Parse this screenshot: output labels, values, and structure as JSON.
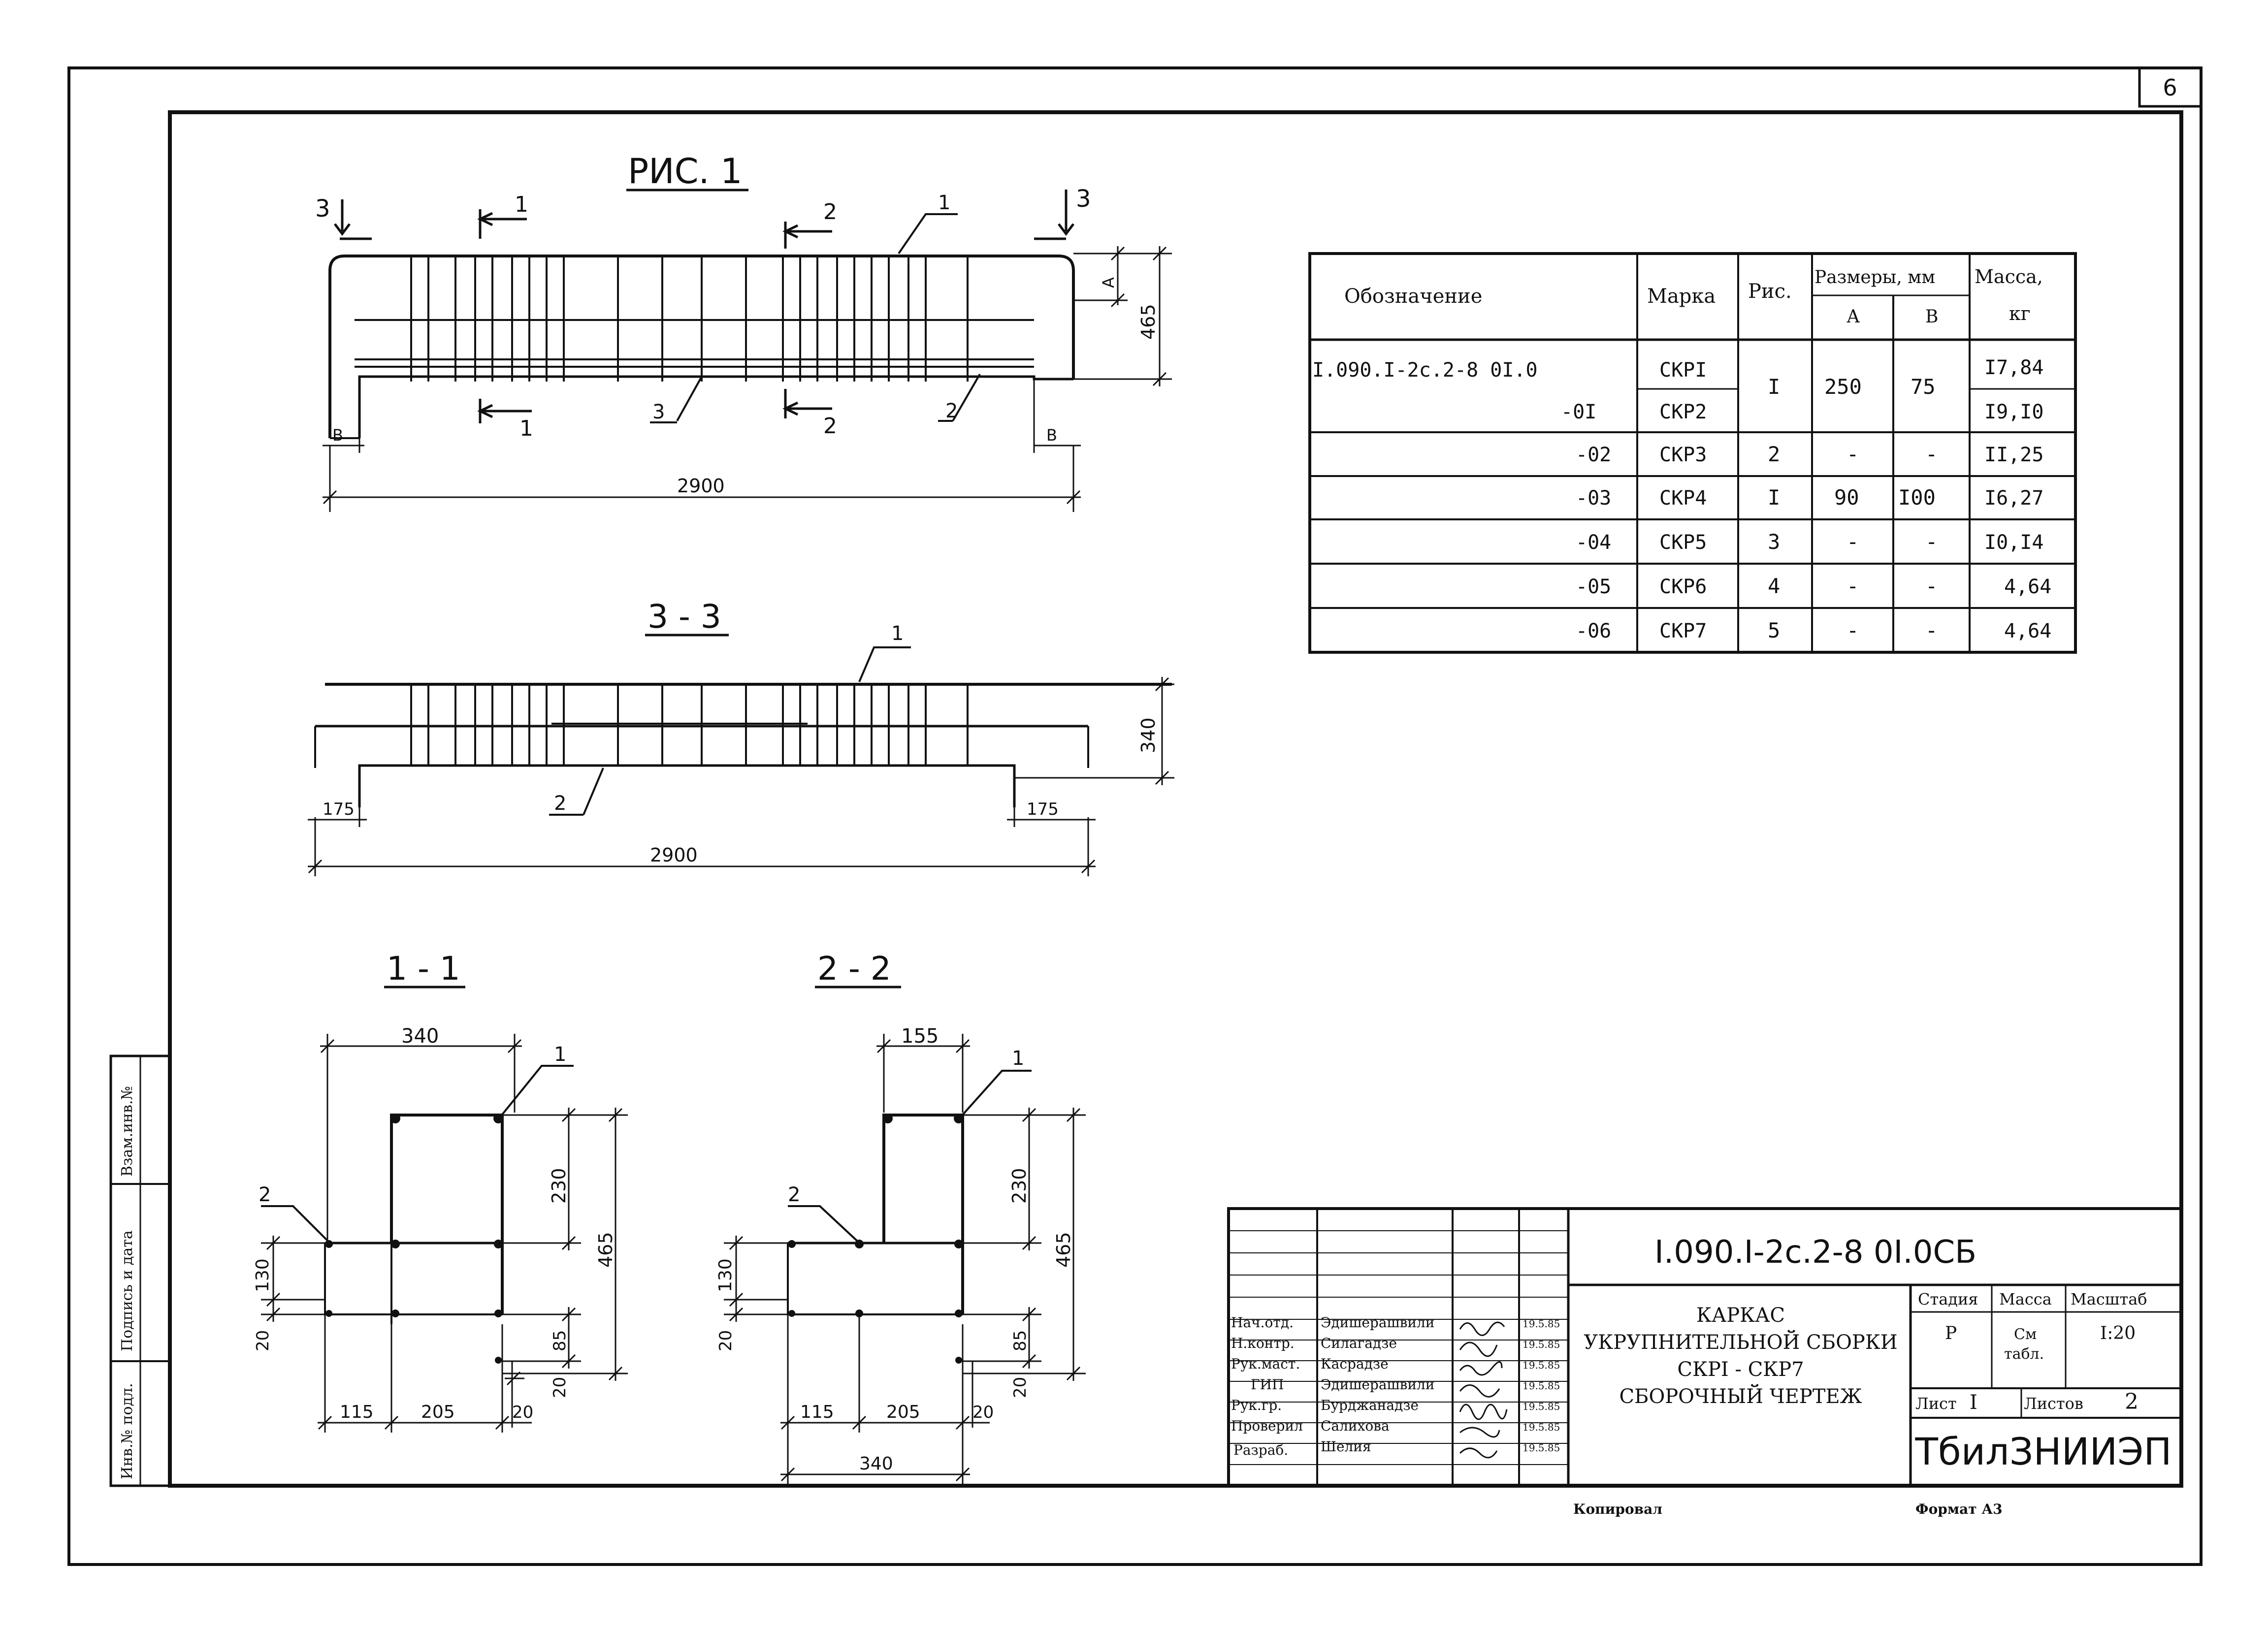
{
  "sheet_number": "6",
  "views": {
    "fig1_title": "РИС. 1",
    "section33_title": "3 - 3",
    "section11_title": "1 - 1",
    "section22_title": "2 - 2"
  },
  "fig1": {
    "cut3": "3",
    "cut1": "1",
    "cut2": "2",
    "pos1": "1",
    "pos2": "2",
    "pos3": "3",
    "dimA": "A",
    "dimB": "B",
    "height": "465",
    "length": "2900"
  },
  "sec33": {
    "pos1": "1",
    "pos2": "2",
    "height": "340",
    "end_left": "175",
    "end_right": "175",
    "length": "2900"
  },
  "sec11": {
    "pos1": "1",
    "pos2": "2",
    "top_width": "340",
    "h230": "230",
    "h465": "465",
    "h130": "130",
    "h20": "20",
    "h85": "85",
    "h20b": "20",
    "w115": "115",
    "w205": "205",
    "w20": "20"
  },
  "sec22": {
    "pos1": "1",
    "pos2": "2",
    "top_width": "155",
    "h230": "230",
    "h465": "465",
    "h130": "130",
    "h20": "20",
    "h85": "85",
    "h20b": "20",
    "w115": "115",
    "w205": "205",
    "w20": "20",
    "w340": "340"
  },
  "spec_table": {
    "headers": {
      "designation": "Обозначение",
      "mark": "Марка",
      "fig": "Рис.",
      "sizes": "Размеры, мм",
      "size_a": "А",
      "size_b": "В",
      "mass": "Масса,",
      "mass_unit": "кг"
    },
    "rows": [
      {
        "designation": "I.090.I-2с.2-8 0I.0",
        "mark": "СКРI",
        "fig": "I",
        "a": "250",
        "b": "75",
        "mass": "I7,84"
      },
      {
        "designation": "-0I",
        "mark": "СКР2",
        "fig": "",
        "a": "",
        "b": "",
        "mass": "I9,I0"
      },
      {
        "designation": "-02",
        "mark": "СКР3",
        "fig": "2",
        "a": "-",
        "b": "-",
        "mass": "II,25"
      },
      {
        "designation": "-03",
        "mark": "СКР4",
        "fig": "I",
        "a": "90",
        "b": "I00",
        "mass": "I6,27"
      },
      {
        "designation": "-04",
        "mark": "СКР5",
        "fig": "3",
        "a": "-",
        "b": "-",
        "mass": "I0,I4"
      },
      {
        "designation": "-05",
        "mark": "СКР6",
        "fig": "4",
        "a": "-",
        "b": "-",
        "mass": "4,64"
      },
      {
        "designation": "-06",
        "mark": "СКР7",
        "fig": "5",
        "a": "-",
        "b": "-",
        "mass": "4,64"
      }
    ]
  },
  "left_strip": {
    "inv_orig": "Инв.№ подл.",
    "sign_date": "Подпись и дата",
    "replace_inv": "Взам.инв.№"
  },
  "title_block": {
    "code": "I.090.I-2с.2-8   0I.0СБ",
    "name_line1": "КАРКАС",
    "name_line2": "УКРУПНИТЕЛЬНОЙ СБОРКИ",
    "name_line3": "СКРI - СКР7",
    "name_line4": "СБОРОЧНЫЙ ЧЕРТЕЖ",
    "stage_label": "Стадия",
    "mass_label": "Масса",
    "scale_label": "Масштаб",
    "stage": "Р",
    "mass_value_1": "См",
    "mass_value_2": "табл.",
    "scale": "I:20",
    "sheet_label": "Лист",
    "sheet": "I",
    "sheets_label": "Листов",
    "sheets": "2",
    "org": "ТбилЗНИИЭП",
    "copied": "Копировал",
    "format": "Формат А3",
    "people": [
      {
        "role": "Нач.отд.",
        "name": "Эдишерашвили",
        "date": "19.5.85"
      },
      {
        "role": "Н.контр.",
        "name": "Силагадзе",
        "date": "19.5.85"
      },
      {
        "role": "Рук.маст.",
        "name": "Касрадзе",
        "date": "19.5.85"
      },
      {
        "role": "ГИП",
        "name": "Эдишерашвили",
        "date": "19.5.85"
      },
      {
        "role": "Рук.гр.",
        "name": "Бурджанадзе",
        "date": "19.5.85"
      },
      {
        "role": "Проверил",
        "name": "Салихова",
        "date": "19.5.85"
      },
      {
        "role": "Разраб.",
        "name": "Шелия",
        "date": "19.5.85"
      }
    ]
  }
}
